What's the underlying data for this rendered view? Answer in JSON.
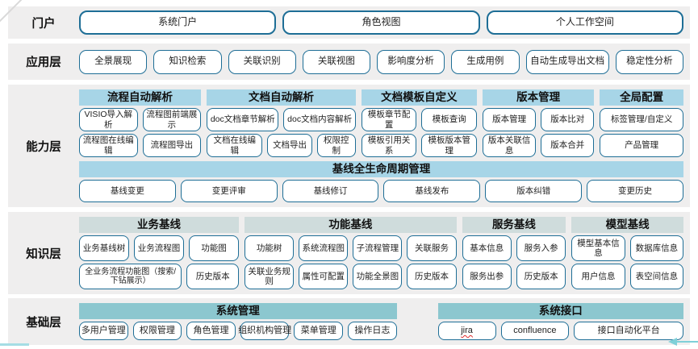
{
  "colors": {
    "chip_border": "#1e6e96",
    "band_background": "#efeeee",
    "capability_header": "#a7d5e7",
    "knowledge_header": "#cfdcdc",
    "foundation_header": "#8cc7cf",
    "spellcheck_underline": "#e02b2b",
    "arrow_teal": "#7fd0d8"
  },
  "layers": [
    {
      "id": "portal",
      "label": "门户",
      "rows": [
        [
          "系统门户",
          "角色视图",
          "个人工作空间"
        ]
      ]
    },
    {
      "id": "application",
      "label": "应用层",
      "rows": [
        [
          "全景展现",
          "知识检索",
          "关联识别",
          "关联视图",
          "影响度分析",
          "生成用例",
          "自动生成导出文档",
          "稳定性分析"
        ]
      ]
    },
    {
      "id": "capability",
      "label": "能力层",
      "groups": [
        {
          "id": "process-auto-parse",
          "title": "流程自动解析",
          "rows": [
            [
              "VISIO导入解析",
              "流程图前端展示"
            ],
            [
              "流程图在线编辑",
              "流程图导出"
            ]
          ]
        },
        {
          "id": "doc-auto-parse",
          "title": "文档自动解析",
          "rows": [
            [
              "doc文档章节解析",
              "doc文档内容解析"
            ],
            [
              "文档在线编辑",
              "文档导出",
              "权限控制"
            ]
          ]
        },
        {
          "id": "doc-template-custom",
          "title": "文档模板自定义",
          "rows": [
            [
              "模板章节配置",
              "模板查询"
            ],
            [
              "模板引用关系",
              "模板版本管理"
            ]
          ]
        },
        {
          "id": "version-management",
          "title": "版本管理",
          "rows": [
            [
              "版本管理",
              "版本比对"
            ],
            [
              "版本关联信息",
              "版本合并"
            ]
          ]
        },
        {
          "id": "global-config",
          "title": "全局配置",
          "rows": [
            [
              "标签管理/自定义"
            ],
            [
              "产品管理"
            ]
          ]
        }
      ],
      "baseline": {
        "title": "基线全生命周期管理",
        "items": [
          "基线变更",
          "变更评审",
          "基线修订",
          "基线发布",
          "版本纠错",
          "变更历史"
        ]
      }
    },
    {
      "id": "knowledge",
      "label": "知识层",
      "groups": [
        {
          "id": "business-baseline",
          "title": "业务基线",
          "rows": [
            [
              "业务基线树",
              "业务流程图",
              "功能图"
            ],
            [
              "全业务流程功能图（搜索/下钻展示）",
              "历史版本"
            ]
          ]
        },
        {
          "id": "function-baseline",
          "title": "功能基线",
          "rows": [
            [
              "功能树",
              "系统流程图",
              "子流程管理",
              "关联服务"
            ],
            [
              "关联业务规则",
              "属性可配置",
              "功能全景图",
              "历史版本"
            ]
          ]
        },
        {
          "id": "service-baseline",
          "title": "服务基线",
          "rows": [
            [
              "基本信息",
              "服务入参"
            ],
            [
              "服务出参",
              "历史版本"
            ]
          ]
        },
        {
          "id": "model-baseline",
          "title": "模型基线",
          "rows": [
            [
              "模型基本信息",
              "数据库信息"
            ],
            [
              "用户信息",
              "表空间信息"
            ]
          ]
        }
      ]
    },
    {
      "id": "foundation",
      "label": "基础层",
      "groups": [
        {
          "id": "system-management",
          "title": "系统管理",
          "rows": [
            [
              "多用户管理",
              "权限管理",
              "角色管理",
              "组织机构管理",
              "菜单管理",
              "操作日志"
            ]
          ]
        },
        {
          "id": "system-interface",
          "title": "系统接口",
          "rows": [
            [
              {
                "text": "jira",
                "spell": true
              },
              "confluence",
              "接口自动化平台"
            ]
          ]
        }
      ]
    }
  ]
}
